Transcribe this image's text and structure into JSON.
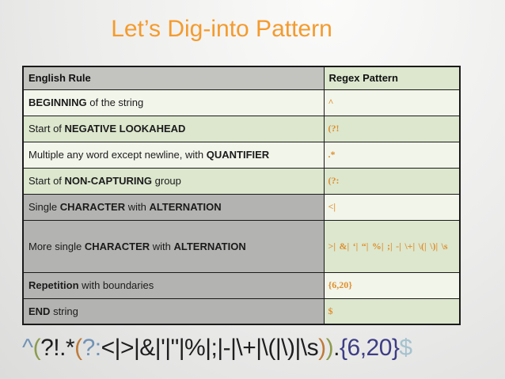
{
  "title": "Let’s Dig-into Pattern",
  "colors": {
    "title": "#F49B2D",
    "pattern_text": "#DE8F2E",
    "bg_green": "#DCE7CE",
    "bg_cream": "#F2F5EA",
    "bg_header": "#C3C3C0",
    "bg_grey": "#B3B3B1",
    "border": "#1A1A1A"
  },
  "table": {
    "headers": [
      {
        "label": "English Rule"
      },
      {
        "label": "Regex Pattern"
      }
    ],
    "rows": [
      {
        "rule": [
          {
            "t": "BEGINNING",
            "b": true
          },
          {
            "t": " of the string",
            "b": false
          }
        ],
        "pattern": "^",
        "rule_bg": "cream",
        "pattern_bg": "cream",
        "tall": false
      },
      {
        "rule": [
          {
            "t": "Start of ",
            "b": false
          },
          {
            "t": "NEGATIVE LOOKAHEAD",
            "b": true
          }
        ],
        "pattern": "(?!",
        "rule_bg": "green",
        "pattern_bg": "green",
        "tall": false
      },
      {
        "rule": [
          {
            "t": "Multiple any word except newline, with ",
            "b": false
          },
          {
            "t": "QUANTIFIER",
            "b": true
          }
        ],
        "pattern": ".*",
        "rule_bg": "cream",
        "pattern_bg": "cream",
        "tall": false
      },
      {
        "rule": [
          {
            "t": "Start of ",
            "b": false
          },
          {
            "t": "NON-CAPTURING",
            "b": true
          },
          {
            "t": " group",
            "b": false
          }
        ],
        "pattern": "(?:",
        "rule_bg": "green",
        "pattern_bg": "green",
        "tall": false
      },
      {
        "rule": [
          {
            "t": "Single ",
            "b": false
          },
          {
            "t": "CHARACTER",
            "b": true
          },
          {
            "t": " with ",
            "b": false
          },
          {
            "t": "ALTERNATION",
            "b": true
          }
        ],
        "pattern": "<|",
        "rule_bg": "grey",
        "pattern_bg": "cream",
        "tall": false
      },
      {
        "rule": [
          {
            "t": "More single ",
            "b": false
          },
          {
            "t": "CHARACTER",
            "b": true
          },
          {
            "t": " with ",
            "b": false
          },
          {
            "t": "ALTERNATION",
            "b": true
          }
        ],
        "pattern": ">| &| ‘| “| %| ;| -| \\+| \\(| \\)| \\s",
        "rule_bg": "grey",
        "pattern_bg": "green",
        "tall": true
      },
      {
        "rule": [
          {
            "t": "Repetition",
            "b": true
          },
          {
            "t": " with boundaries",
            "b": false
          }
        ],
        "pattern": "{6,20}",
        "rule_bg": "grey",
        "pattern_bg": "cream",
        "tall": false
      },
      {
        "rule": [
          {
            "t": "END",
            "b": true
          },
          {
            "t": " string",
            "b": false
          }
        ],
        "pattern": "$",
        "rule_bg": "grey",
        "pattern_bg": "green",
        "tall": false
      }
    ]
  },
  "regex_line": {
    "segments": [
      {
        "text": "^",
        "color": "#7193B5"
      },
      {
        "text": "(",
        "color": "#8C9C4E"
      },
      {
        "text": "?!.*",
        "color": "#1E1E1E"
      },
      {
        "text": "(",
        "color": "#BE7B3A"
      },
      {
        "text": "?:",
        "color": "#7193B5"
      },
      {
        "text": "<|>|&|'|\"|%|;|-|\\+|\\(|\\)|\\s",
        "color": "#1E1E1E"
      },
      {
        "text": ")",
        "color": "#BE7B3A"
      },
      {
        "text": ")",
        "color": "#8C9C4E"
      },
      {
        "text": ".",
        "color": "#1E1E1E"
      },
      {
        "text": "{6,20}",
        "color": "#3D3D85"
      },
      {
        "text": "$",
        "color": "#A5C2CF"
      }
    ]
  }
}
